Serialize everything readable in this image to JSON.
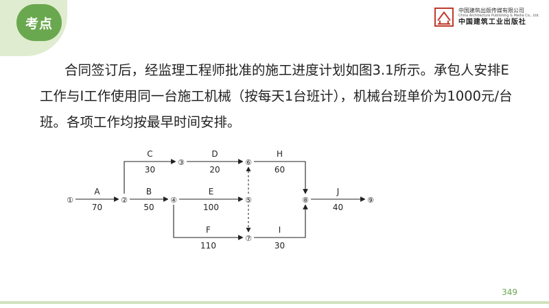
{
  "header": {
    "badge": "考点",
    "publisher_cn": "中国建筑出版传媒有限公司",
    "publisher_en": "China Architecture Publishing & Media Co., Ltd.",
    "publisher_script": "中国建筑工业出版社",
    "accent_color": "#6aa84f",
    "logo_color": "#c0392b"
  },
  "content": {
    "paragraph": "合同签订后，经监理工程师批准的施工进度计划如图3.1所示。承包人安排E工作与I工作使用同一台施工机械（按每天1台班计），机械台班单价为1000元/台班。各项工作均按最早时间安排。"
  },
  "network": {
    "nodes": [
      {
        "id": "n1",
        "label": "①"
      },
      {
        "id": "n2",
        "label": "②"
      },
      {
        "id": "n3",
        "label": "③"
      },
      {
        "id": "n4",
        "label": "④"
      },
      {
        "id": "n5",
        "label": "⑤"
      },
      {
        "id": "n6",
        "label": "⑥"
      },
      {
        "id": "n7",
        "label": "⑦"
      },
      {
        "id": "n8",
        "label": "⑧"
      },
      {
        "id": "n9",
        "label": "⑨"
      }
    ],
    "activities": [
      {
        "name": "A",
        "duration": "70",
        "from": "n1",
        "to": "n2"
      },
      {
        "name": "C",
        "duration": "30",
        "from": "n2",
        "to": "n3"
      },
      {
        "name": "B",
        "duration": "50",
        "from": "n2",
        "to": "n4"
      },
      {
        "name": "D",
        "duration": "20",
        "from": "n3",
        "to": "n6"
      },
      {
        "name": "E",
        "duration": "100",
        "from": "n4",
        "to": "n5"
      },
      {
        "name": "F",
        "duration": "110",
        "from": "n4",
        "to": "n7"
      },
      {
        "name": "H",
        "duration": "60",
        "from": "n6",
        "to": "n8"
      },
      {
        "name": "I",
        "duration": "30",
        "from": "n7",
        "to": "n8"
      },
      {
        "name": "J",
        "duration": "40",
        "from": "n8",
        "to": "n9"
      }
    ],
    "dummies": [
      {
        "from": "n5",
        "to": "n6"
      },
      {
        "from": "n5",
        "to": "n7"
      }
    ]
  },
  "footer": {
    "page_number": "349"
  }
}
